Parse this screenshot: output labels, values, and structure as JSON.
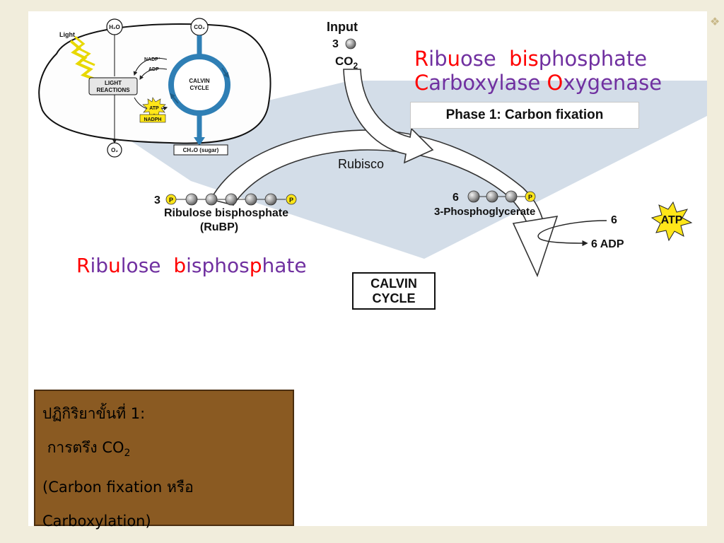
{
  "enzyme_name": {
    "line1": [
      {
        "text": "R",
        "hl": true
      },
      {
        "text": "ib",
        "hl": false
      },
      {
        "text": "u",
        "hl": true
      },
      {
        "text": "ose  ",
        "hl": false
      },
      {
        "text": "bis",
        "hl": true
      },
      {
        "text": "phosphate",
        "hl": false
      }
    ],
    "line2": [
      {
        "text": "C",
        "hl": true
      },
      {
        "text": "arboxylase ",
        "hl": false
      },
      {
        "text": "O",
        "hl": true
      },
      {
        "text": "xygenase",
        "hl": false
      }
    ]
  },
  "rubp_name": [
    {
      "text": "R",
      "hl": true
    },
    {
      "text": "ib",
      "hl": false
    },
    {
      "text": "u",
      "hl": true
    },
    {
      "text": "lose  ",
      "hl": false
    },
    {
      "text": "b",
      "hl": true
    },
    {
      "text": "isphos",
      "hl": false
    },
    {
      "text": "p",
      "hl": true
    },
    {
      "text": "hate",
      "hl": false
    }
  ],
  "inset": {
    "light": "Light",
    "h2o": "H₂O",
    "co2": "CO₂",
    "o2": "O₂",
    "light_reactions_1": "LIGHT",
    "light_reactions_2": "REACTIONS",
    "calvin_1": "CALVIN",
    "calvin_2": "CYCLE",
    "nadp": "NADP⁺",
    "adp": "ADP",
    "atp": "ATP",
    "nadph": "NADPH",
    "sugar": "CH₂O (sugar)"
  },
  "main": {
    "input_label": "Input",
    "input_count": "3",
    "input_molecule": "CO",
    "input_molecule_sub": "2",
    "phase_label": "Phase 1: Carbon fixation",
    "rubisco": "Rubisco",
    "rubp_count": "3",
    "rubp_label": "Ribulose bisphosphate",
    "rubp_abbrev": "(RuBP)",
    "pga_count": "6",
    "pga_label": "3-Phosphoglycerate",
    "atp_count": "6",
    "atp_label": "ATP",
    "adp_label": "6 ADP",
    "p_symbol": "P",
    "calvin_line1": "CALVIN",
    "calvin_line2": "CYCLE"
  },
  "thai_box": {
    "line1": "ปฏิกิริยาขั้นที่ 1:",
    "line2_text": "การตรึง CO",
    "line2_sub": "2",
    "line3": "(Carbon fixation หรือ",
    "line4": "Carboxylation)"
  },
  "colors": {
    "highlight": "#ff0000",
    "purple": "#7030a0",
    "cycle_blue": "#2f7fb5",
    "wedge": "#d3dde8",
    "box_brown": "#8a5a22",
    "atp_yellow": "#ffe619"
  }
}
